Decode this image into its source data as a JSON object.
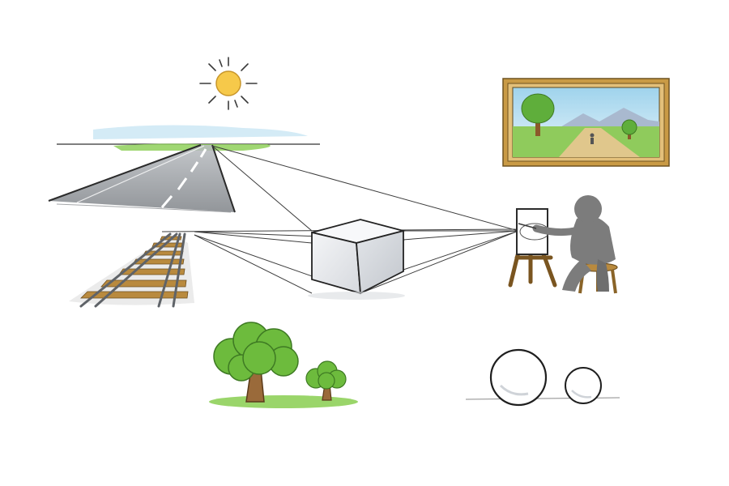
{
  "scene": {
    "background": "#ffffff",
    "ink": "#2b2b2b",
    "sky_blue": "#bfe3f3",
    "grass_green": "#8fd05a",
    "leaf_green": "#6dbb3d",
    "trunk_brown": "#9a6a3a",
    "sun_yellow": "#f5c542",
    "wood_brown": "#b98a3e",
    "road_gray": "#8d9196",
    "figure_gray": "#7c7c7c"
  },
  "elements": [
    "sun-icon",
    "road-vanishing-point",
    "railway-tracks",
    "two-point-perspective-cube",
    "framed-landscape-painting",
    "painter-at-easel",
    "large-and-small-trees",
    "large-and-small-circles"
  ]
}
